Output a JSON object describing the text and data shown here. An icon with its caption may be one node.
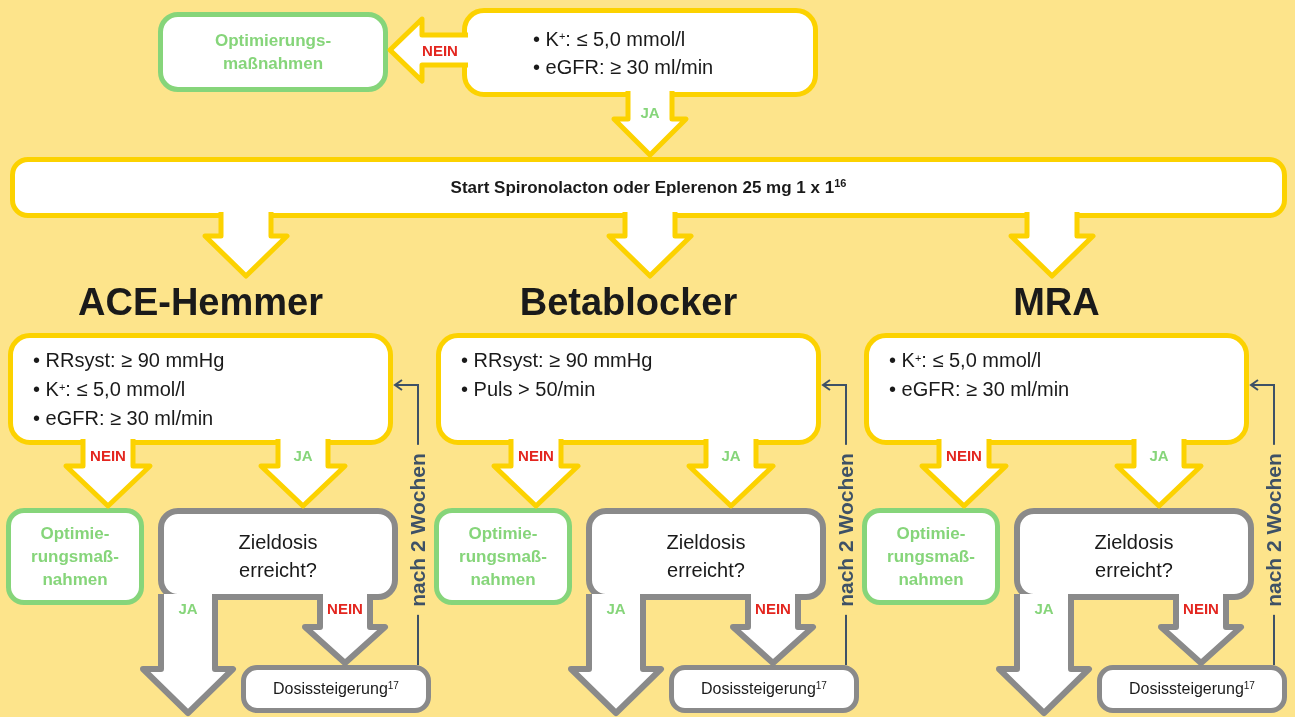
{
  "diagram": {
    "nodes": [
      {
        "text": [
          "Optimierungs- maßnahmen"
        ]
      },
      {
        "text": [
          "• K$^{+}$: ≤ 5,0 mmol/l",
          "• eGFR: ≥ 30 ml/min"
        ]
      },
      {
        "text": [
          "Start Spironolacton oder Eplerenon 25 mg 1 x 1$^{16}$"
        ]
      },
      {
        "text": [
          "ACE-Hemmer",
          "• RRsyst: ≥ 90 mmHg",
          "• K$^{+}$: ≤ 5,0 mmol/l",
          "• eGFR: ≥ 30 ml/min"
        ]
      },
      {
        "text": [
          "Optimie- rungsmaß- nahmen"
        ]
      },
      {
        "text": [
          "Zieldosis erreicht?"
        ]
      },
      {
        "text": [
          "Dosissteigerung$^{17}$"
        ]
      },
      {
        "text": [
          "Betablocker",
          "• RRsyst: ≥ 90 mmHg",
          "• Puls > 50/min"
        ]
      },
      {
        "text": [
          "Optimie- rungsmaß- nahmen"
        ]
      },
      {
        "text": [
          "Zieldosis erreicht?"
        ]
      },
      {
        "text": [
          "Dosissteigerung$^{17}$"
        ]
      },
      {
        "text": [
          "MRA",
          "• K$^{+}$: ≤ 5,0 mmol/l",
          "• eGFR: ≥ 30 ml/min"
        ]
      },
      {
        "text": [
          "Optimie- rungsmaß- nahmen"
        ]
      },
      {
        "text": [
          "Zieldosis erreicht?"
        ]
      },
      {
        "text": [
          "Dosissteigerung$^{17}$"
        ]
      }
    ],
    "edges": [
      {
        "from": 1,
        "to": 0,
        "arrow": "to",
        "label": "NEIN"
      },
      {
        "from": 1,
        "to": 2,
        "arrow": "to",
        "label": "JA"
      },
      {
        "from": 2,
        "to": 3,
        "arrow": "to"
      },
      {
        "from": 2,
        "to": 7,
        "arrow": "to"
      },
      {
        "from": 2,
        "to": 11,
        "arrow": "to"
      },
      {
        "from": 3,
        "to": 4,
        "arrow": "to",
        "label": "NEIN"
      },
      {
        "from": 3,
        "to": 5,
        "arrow": "to",
        "label": "JA"
      },
      {
        "from": 5,
        "to": 6,
        "arrow": "to",
        "label": "NEIN",
        "color": "#8a8a8a"
      },
      {
        "from": 5,
        "to": null,
        "arrow": "to",
        "label": "JA",
        "color": "#8a8a8a"
      },
      {
        "from": 6,
        "to": 3,
        "arrow": "to",
        "label": "nach 2 Wochen",
        "color": "#3e5166"
      },
      {
        "from": 7,
        "to": 8,
        "arrow": "to",
        "label": "NEIN"
      },
      {
        "from": 7,
        "to": 9,
        "arrow": "to",
        "label": "JA"
      },
      {
        "from": 9,
        "to": 10,
        "arrow": "to",
        "label": "NEIN",
        "color": "#8a8a8a"
      },
      {
        "from": 9,
        "to": null,
        "arrow": "to",
        "label": "JA",
        "color": "#8a8a8a"
      },
      {
        "from": 10,
        "to": 7,
        "arrow": "to",
        "label": "nach 2 Wochen",
        "color": "#3e5166"
      },
      {
        "from": 11,
        "to": 12,
        "arrow": "to",
        "label": "NEIN"
      },
      {
        "from": 11,
        "to": 13,
        "arrow": "to",
        "label": "JA"
      },
      {
        "from": 13,
        "to": 14,
        "arrow": "to",
        "label": "NEIN",
        "color": "#8a8a8a"
      },
      {
        "from": 13,
        "to": null,
        "arrow": "to",
        "label": "JA",
        "color": "#8a8a8a"
      },
      {
        "from": 14,
        "to": 11,
        "arrow": "to",
        "label": "nach 2 Wochen",
        "color": "#3e5166"
      }
    ]
  }
}
